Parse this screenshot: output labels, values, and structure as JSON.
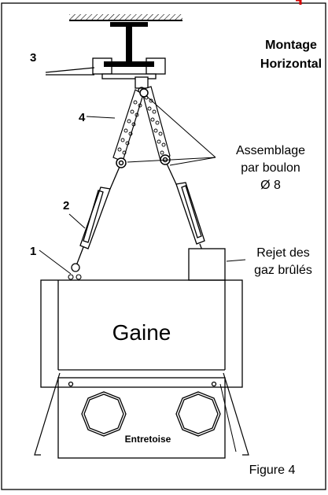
{
  "title": {
    "line1": "Montage",
    "line2": "Horizontal"
  },
  "callouts": {
    "n1": "1",
    "n2": "2",
    "n3": "3",
    "n4": "4"
  },
  "labels": {
    "assemblage_line1": "Assemblage",
    "assemblage_line2": "par boulon",
    "assemblage_line3": "Ø 8",
    "rejet_line1": "Rejet des",
    "rejet_line2": "gaz brûlés",
    "gaine": "Gaine",
    "entretoise": "Entretoise",
    "figure": "Figure 4"
  },
  "colors": {
    "stroke": "#000000",
    "corner_mark": "#d40000"
  }
}
